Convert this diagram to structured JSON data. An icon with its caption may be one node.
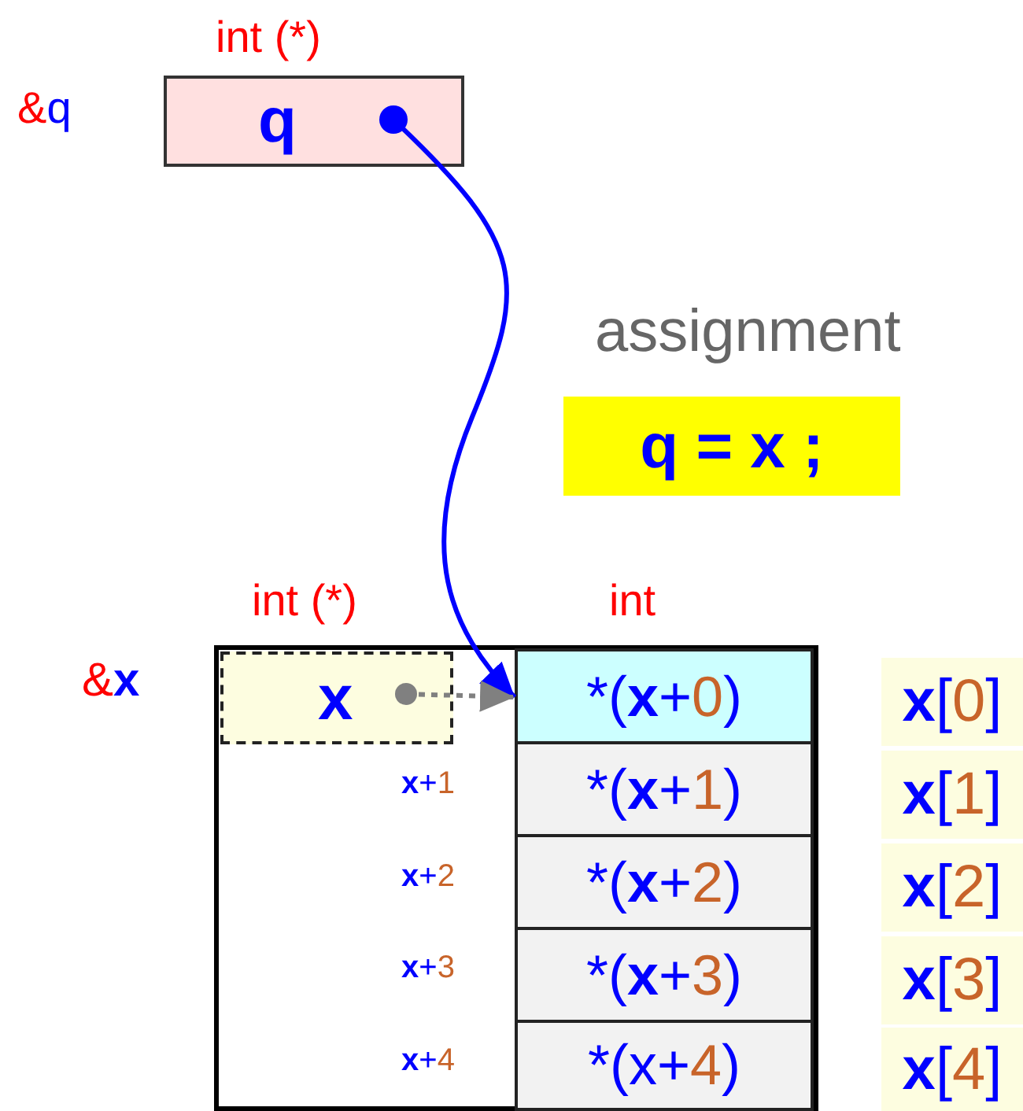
{
  "diagram": {
    "nodes": [
      {
        "text": [
          "q"
        ],
        "beside": [
          "int (*)",
          "&q"
        ]
      },
      {
        "text": [],
        "shape": "box",
        "beside": [
          "&x"
        ]
      },
      {
        "text": [
          "x"
        ],
        "in": 1,
        "beside": [
          "int (*)"
        ]
      },
      {
        "text": [
          "*(x+0)"
        ],
        "in": 1,
        "beside": [
          "int"
        ]
      },
      {
        "text": [
          "*(x+1)"
        ],
        "in": 1
      },
      {
        "text": [
          "*(x+2)"
        ],
        "in": 1
      },
      {
        "text": [
          "*(x+3)"
        ],
        "in": 1
      },
      {
        "text": [
          "*(x+4)"
        ],
        "in": 1
      },
      {
        "text": [
          "assignment",
          "q = x ;"
        ]
      },
      {
        "text": [
          "x[0]"
        ]
      },
      {
        "text": [
          "x[1]"
        ]
      },
      {
        "text": [
          "x[2]"
        ]
      },
      {
        "text": [
          "x[3]"
        ]
      },
      {
        "text": [
          "x[4]"
        ]
      }
    ],
    "edges": [
      {
        "from": 0,
        "to": 3,
        "arrow": "to"
      },
      {
        "from": 2,
        "to": 3,
        "arrow": "to",
        "style": "dashed",
        "color": "#808080"
      }
    ],
    "labels": [
      "x+1",
      "x+2",
      "x+3",
      "x+4"
    ]
  }
}
